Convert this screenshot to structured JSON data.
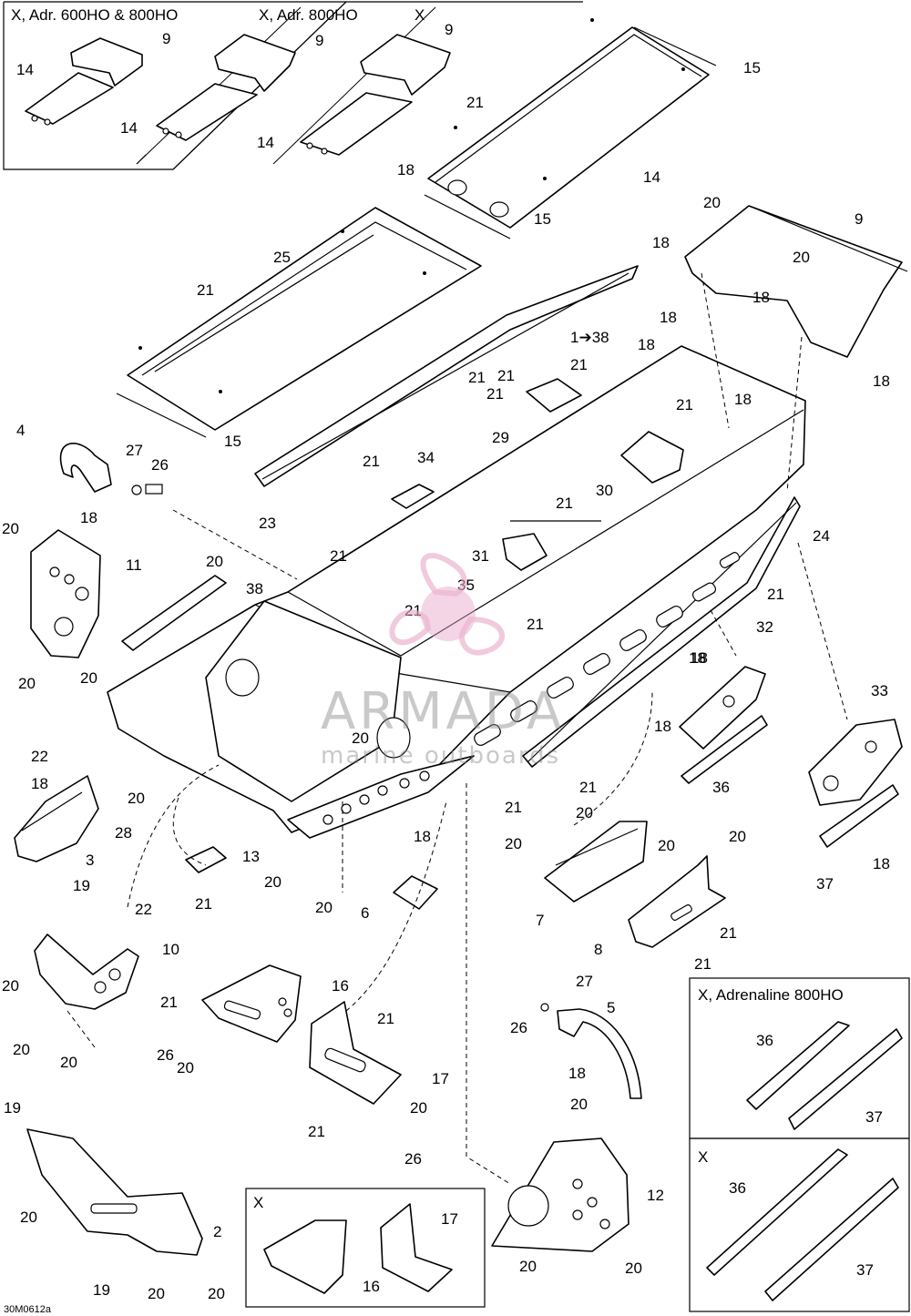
{
  "insets": {
    "top_left": {
      "titles": [
        "X, Adr. 600HO & 800HO",
        "X, Adr. 800HO",
        "X"
      ],
      "labels": [
        "9",
        "14",
        "9",
        "14",
        "9",
        "14"
      ]
    },
    "bottom_center": {
      "title": "X",
      "labels": [
        "17",
        "16"
      ]
    },
    "bottom_right_top": {
      "title": "X, Adrenaline 800HO",
      "labels": [
        "36",
        "37"
      ]
    },
    "bottom_right_bottom": {
      "title": "X",
      "labels": [
        "36",
        "37"
      ]
    }
  },
  "callouts": [
    "15",
    "21",
    "14",
    "15",
    "18",
    "25",
    "21",
    "15",
    "21",
    "1➔38",
    "21",
    "18",
    "21",
    "21",
    "29",
    "20",
    "9",
    "18",
    "20",
    "18",
    "18",
    "18",
    "18",
    "21",
    "30",
    "21",
    "24",
    "21",
    "4",
    "27",
    "26",
    "18",
    "20",
    "11",
    "20",
    "38",
    "21",
    "34",
    "23",
    "31",
    "35",
    "21",
    "21",
    "21",
    "32",
    "18",
    "33",
    "20",
    "20",
    "20",
    "18",
    "18",
    "36",
    "18",
    "37",
    "18",
    "22",
    "28",
    "3",
    "19",
    "20",
    "13",
    "21",
    "20",
    "6",
    "20",
    "18",
    "21",
    "20",
    "21",
    "20",
    "20",
    "20",
    "7",
    "8",
    "21",
    "21",
    "22",
    "10",
    "20",
    "20",
    "20",
    "16",
    "21",
    "26",
    "20",
    "21",
    "17",
    "21",
    "20",
    "26",
    "27",
    "5",
    "26",
    "18",
    "20",
    "12",
    "19",
    "2",
    "20",
    "19",
    "20",
    "20",
    "20",
    "20"
  ],
  "watermark": {
    "brand": "ARMADA",
    "tagline": "marine outboards"
  },
  "figure_code": "30M0612a",
  "colors": {
    "line": "#000000",
    "background": "#ffffff",
    "watermark_pink": "#e8a6c8",
    "watermark_text": "#8a8a8a"
  }
}
